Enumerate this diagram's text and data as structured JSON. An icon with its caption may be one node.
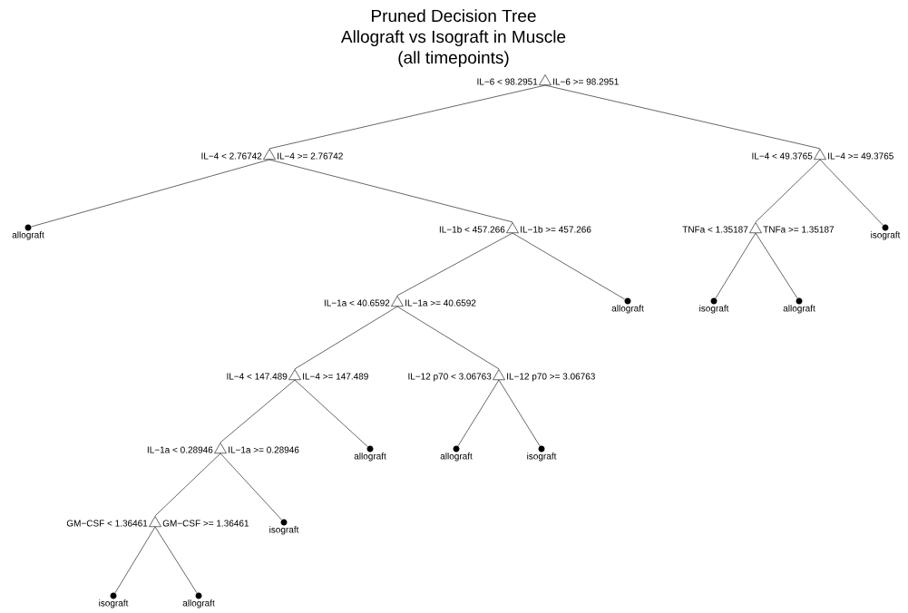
{
  "diagram": {
    "title": "Pruned Decision Tree",
    "nodes": [
      {
        "text": [],
        "shape": "triangle",
        "beside": [
          "IL−6 < 98.2951",
          "IL−6 >= 98.2951"
        ]
      },
      {
        "text": [],
        "shape": "triangle",
        "beside": [
          "IL−4 < 2.76742",
          "IL−4 >= 2.76742"
        ]
      },
      {
        "text": [],
        "shape": "triangle",
        "beside": [
          "IL−4 < 49.3765",
          "IL−4 >= 49.3765"
        ]
      },
      {
        "text": [],
        "shape": "circle",
        "beside": [
          "allograft"
        ]
      },
      {
        "text": [],
        "shape": "triangle",
        "beside": [
          "IL−1b < 457.266",
          "IL−1b >= 457.266"
        ]
      },
      {
        "text": [],
        "shape": "triangle",
        "beside": [
          "TNFa < 1.35187",
          "TNFa >= 1.35187"
        ]
      },
      {
        "text": [],
        "shape": "circle",
        "beside": [
          "isograft"
        ]
      },
      {
        "text": [],
        "shape": "triangle",
        "beside": [
          "IL−1a < 40.6592",
          "IL−1a >= 40.6592"
        ]
      },
      {
        "text": [],
        "shape": "circle",
        "beside": [
          "allograft"
        ]
      },
      {
        "text": [],
        "shape": "circle",
        "beside": [
          "isograft"
        ]
      },
      {
        "text": [],
        "shape": "circle",
        "beside": [
          "allograft"
        ]
      },
      {
        "text": [],
        "shape": "triangle",
        "beside": [
          "IL−4 < 147.489",
          "IL−4 >= 147.489"
        ]
      },
      {
        "text": [],
        "shape": "triangle",
        "beside": [
          "IL−12 p70 < 3.06763",
          "IL−12 p70 >= 3.06763"
        ]
      },
      {
        "text": [],
        "shape": "triangle",
        "beside": [
          "IL−1a < 0.28946",
          "IL−1a >= 0.28946"
        ]
      },
      {
        "text": [],
        "shape": "circle",
        "beside": [
          "allograft"
        ]
      },
      {
        "text": [],
        "shape": "circle",
        "beside": [
          "allograft"
        ]
      },
      {
        "text": [],
        "shape": "circle",
        "beside": [
          "isograft"
        ]
      },
      {
        "text": [],
        "shape": "triangle",
        "beside": [
          "GM−CSF < 1.36461",
          "GM−CSF >= 1.36461"
        ]
      },
      {
        "text": [],
        "shape": "circle",
        "beside": [
          "isograft"
        ]
      },
      {
        "text": [],
        "shape": "circle",
        "beside": [
          "isograft"
        ]
      },
      {
        "text": [],
        "shape": "circle",
        "beside": [
          "allograft"
        ]
      }
    ],
    "edges": [
      {
        "from": 0,
        "to": 1,
        "arrow": "none"
      },
      {
        "from": 0,
        "to": 2,
        "arrow": "none"
      },
      {
        "from": 1,
        "to": 3,
        "arrow": "none"
      },
      {
        "from": 1,
        "to": 4,
        "arrow": "none"
      },
      {
        "from": 2,
        "to": 5,
        "arrow": "none"
      },
      {
        "from": 2,
        "to": 6,
        "arrow": "none"
      },
      {
        "from": 4,
        "to": 7,
        "arrow": "none"
      },
      {
        "from": 4,
        "to": 8,
        "arrow": "none"
      },
      {
        "from": 5,
        "to": 9,
        "arrow": "none"
      },
      {
        "from": 5,
        "to": 10,
        "arrow": "none"
      },
      {
        "from": 7,
        "to": 11,
        "arrow": "none"
      },
      {
        "from": 7,
        "to": 12,
        "arrow": "none"
      },
      {
        "from": 11,
        "to": 13,
        "arrow": "none"
      },
      {
        "from": 11,
        "to": 14,
        "arrow": "none"
      },
      {
        "from": 12,
        "to": 15,
        "arrow": "none"
      },
      {
        "from": 12,
        "to": 16,
        "arrow": "none"
      },
      {
        "from": 13,
        "to": 17,
        "arrow": "none"
      },
      {
        "from": 13,
        "to": 18,
        "arrow": "none"
      },
      {
        "from": 17,
        "to": 19,
        "arrow": "none"
      },
      {
        "from": 17,
        "to": 20,
        "arrow": "none"
      }
    ],
    "labels": [
      "Allograft vs Isograft in Muscle",
      "(all timepoints)"
    ]
  }
}
